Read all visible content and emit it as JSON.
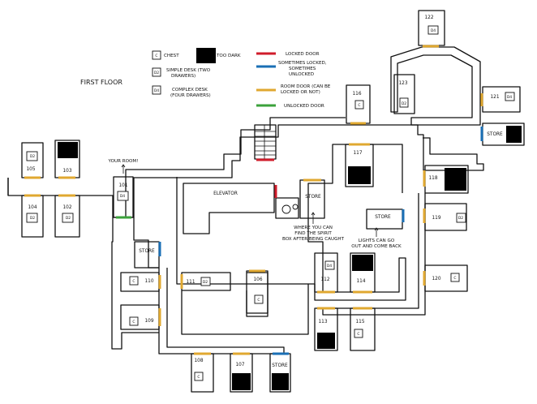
{
  "title": "FIRST FLOOR",
  "legend": {
    "chest": "CHEST",
    "too_dark": "TOO DARK",
    "simple_1": "SIMPLE DESK (TWO",
    "simple_2": "DRAWERS)",
    "complex_1": "COMPLEX DESK",
    "complex_2": "(FOUR DRAWERS)",
    "locked": "LOCKED DOOR",
    "sometimes_1": "SOMETIMES LOCKED,",
    "sometimes_2": "SOMETIMES",
    "sometimes_3": "UNLOCKED",
    "room_door_1": "ROOM DOOR (CAN BE",
    "room_door_2": "LOCKED OR NOT)",
    "unlocked": "UNLOCKED DOOR"
  },
  "icons": {
    "c": "C",
    "d2": "D2",
    "d4": "D4"
  },
  "rooms": {
    "r101": "101",
    "r102": "102",
    "r103": "103",
    "r104": "104",
    "r105": "105",
    "r106": "106",
    "r107": "107",
    "r108": "108",
    "r109": "109",
    "r110": "110",
    "r111": "111",
    "r112": "112",
    "r113": "113",
    "r114": "114",
    "r115": "115",
    "r116": "116",
    "r117": "117",
    "r118": "118",
    "r119": "119",
    "r120": "120",
    "r121": "121",
    "r122": "122",
    "r123": "123",
    "store": "STORE",
    "elevator": "ELEVATOR"
  },
  "annotations": {
    "your_room": "YOUR ROOM!",
    "spirit_1": "WHERE YOU CAN",
    "spirit_2": "FIND THE SPIRIT",
    "spirit_3": "BOX AFTER BEING CAUGHT",
    "lights_1": "LIGHTS CAN GO",
    "lights_2": "OUT AND COME BACK"
  },
  "colors": {
    "locked": "#d01c2b",
    "sometimes_locked": "#1a6fb5",
    "room_door": "#e0a830",
    "unlocked": "#3ba23b",
    "dark": "#000000"
  }
}
